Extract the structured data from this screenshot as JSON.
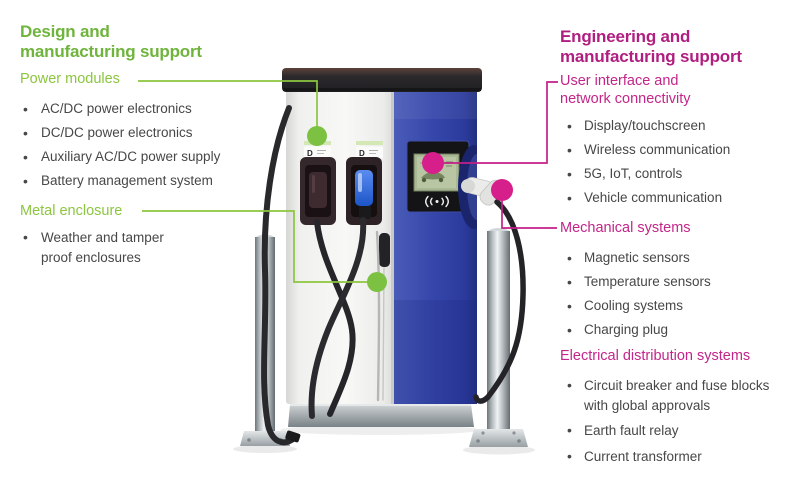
{
  "left_panel": {
    "title": "Design and\nmanufacturing support",
    "sections": [
      {
        "heading": "Power modules",
        "items": [
          "AC/DC power electronics",
          "DC/DC power electronics",
          "Auxiliary AC/DC power supply",
          "Battery management system"
        ]
      },
      {
        "heading": "Metal enclosure",
        "items": [
          "Weather and tamper proof enclosures"
        ]
      }
    ]
  },
  "right_panel": {
    "title": "Engineering and\nmanufacturing support",
    "sections": [
      {
        "heading": "User interface and\nnetwork connectivity",
        "items": [
          "Display/touchscreen",
          "Wireless communication",
          "5G, IoT, controls",
          "Vehicle communication"
        ]
      },
      {
        "heading": "Mechanical systems",
        "items": [
          "Magnetic sensors",
          "Temperature sensors",
          "Cooling systems",
          "Charging plug"
        ]
      },
      {
        "heading": "Electrical distribution systems",
        "items": [
          "Circuit breaker and fuse blocks with global approvals",
          "Earth fault relay",
          "Current transformer"
        ]
      }
    ]
  },
  "station": {
    "brand_letter": "D"
  },
  "colors": {
    "green_title": "#6fb43c",
    "green_subhead": "#8cc63f",
    "green_marker": "#7cc142",
    "magenta_title": "#b01e80",
    "magenta_subhead": "#c32589",
    "magenta_marker": "#d61f8a",
    "body_text": "#474747",
    "panel_blue": "#3647ab"
  }
}
